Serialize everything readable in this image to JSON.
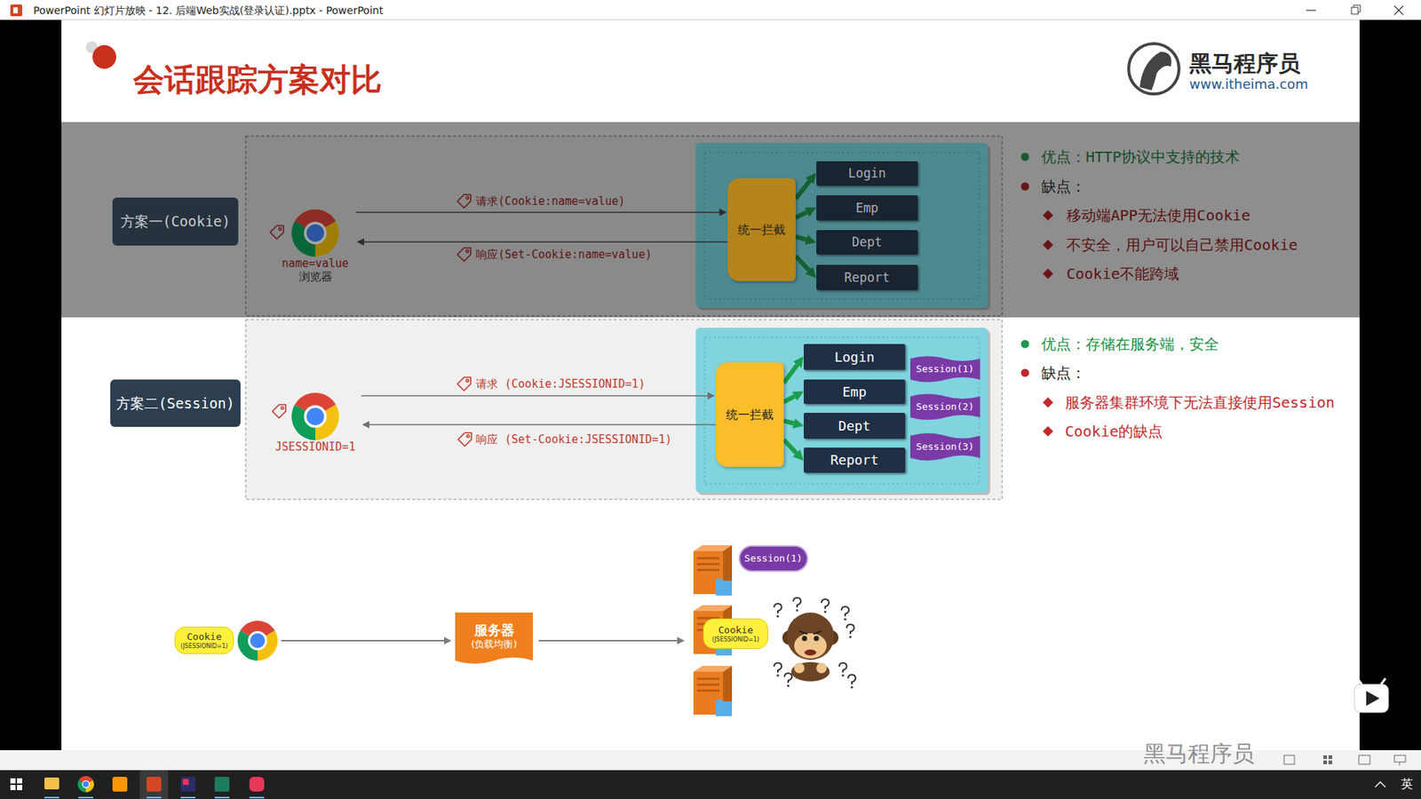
{
  "diagram": {
    "title": "会话跟踪方案对比",
    "nodes": [
      {
        "text": [
          "方案一(Cookie)"
        ]
      },
      {
        "text": [
          "name=value",
          "浏览器"
        ]
      },
      {
        "text": [
          "统一拦截"
        ]
      },
      {
        "text": [
          "Login"
        ]
      },
      {
        "text": [
          "Emp"
        ]
      },
      {
        "text": [
          "Dept"
        ]
      },
      {
        "text": [
          "Report"
        ]
      },
      {
        "text": [
          "方案二(Session)"
        ]
      },
      {
        "text": [
          "JSESSIONID=1"
        ]
      },
      {
        "text": [
          "统一拦截"
        ]
      },
      {
        "text": [
          "Login"
        ]
      },
      {
        "text": [
          "Emp"
        ]
      },
      {
        "text": [
          "Dept"
        ]
      },
      {
        "text": [
          "Report"
        ]
      },
      {
        "text": [
          "Session(1)"
        ]
      },
      {
        "text": [
          "Session(2)"
        ]
      },
      {
        "text": [
          "Session(3)"
        ]
      },
      {
        "text": [
          "Cookie",
          "(JSESSIONID=1)"
        ]
      },
      {
        "text": [
          "服务器",
          "(负载均衡)"
        ]
      },
      {
        "text": [
          "Session(1)"
        ]
      },
      {
        "text": [
          "Cookie",
          "(JSESSIONID=1)"
        ]
      }
    ],
    "edges": [
      {
        "from": 1,
        "to": 2,
        "label": "请求(Cookie:name=value)",
        "arrow": "to"
      },
      {
        "from": 2,
        "to": 1,
        "label": "响应(Set-Cookie:name=value)",
        "arrow": "to"
      },
      {
        "from": 2,
        "to": 3,
        "arrow": "to"
      },
      {
        "from": 2,
        "to": 4,
        "arrow": "to"
      },
      {
        "from": 2,
        "to": 5,
        "arrow": "to"
      },
      {
        "from": 2,
        "to": 6,
        "arrow": "to"
      },
      {
        "from": 8,
        "to": 9,
        "label": "请求 (Cookie:JSESSIONID=1)",
        "arrow": "to"
      },
      {
        "from": 9,
        "to": 8,
        "label": "响应 (Set-Cookie:JSESSIONID=1)",
        "arrow": "to"
      },
      {
        "from": 9,
        "to": 10,
        "arrow": "to"
      },
      {
        "from": 9,
        "to": 11,
        "arrow": "to"
      },
      {
        "from": 9,
        "to": 12,
        "arrow": "to"
      },
      {
        "from": 9,
        "to": 13,
        "arrow": "to"
      }
    ],
    "labels": [
      "PowerPoint 幻灯片放映 - 12. 后端Web实战(登录认证).pptx - PowerPoint",
      "黑马程序员",
      "www.itheima.com",
      "优点：HTTP协议中支持的技术",
      "缺点：",
      "移动端APP无法使用Cookie",
      "不安全，用户可以自己禁用Cookie",
      "Cookie不能跨域",
      "优点：存储在服务端，安全",
      "缺点：",
      "服务器集群环境下无法直接使用Session",
      "Cookie的缺点",
      "黑马程序员",
      "英"
    ]
  }
}
